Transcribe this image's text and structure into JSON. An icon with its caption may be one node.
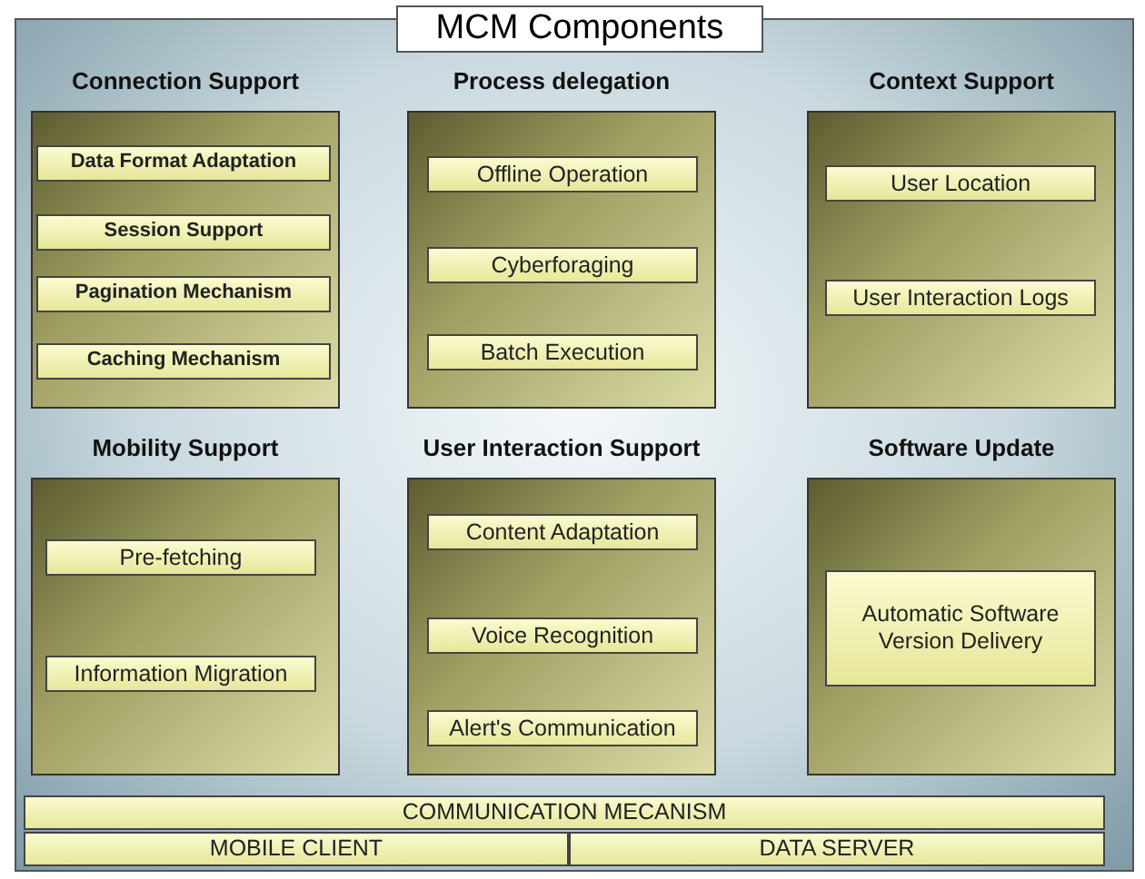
{
  "diagram": {
    "nodes": [
      {
        "text": [
          "MCM Components"
        ]
      },
      {
        "text": [
          "Connection Support"
        ],
        "in": 0
      },
      {
        "text": [
          "Data Format Adaptation"
        ],
        "in": 1
      },
      {
        "text": [
          "Session Support"
        ],
        "in": 1
      },
      {
        "text": [
          "Pagination Mechanism"
        ],
        "in": 1
      },
      {
        "text": [
          "Caching Mechanism"
        ],
        "in": 1
      },
      {
        "text": [
          "Process delegation"
        ],
        "in": 0
      },
      {
        "text": [
          "Offline Operation"
        ],
        "in": 6
      },
      {
        "text": [
          "Cyberforaging"
        ],
        "in": 6
      },
      {
        "text": [
          "Batch Execution"
        ],
        "in": 6
      },
      {
        "text": [
          "Context Support"
        ],
        "in": 0
      },
      {
        "text": [
          "User Location"
        ],
        "in": 10
      },
      {
        "text": [
          "User Interaction Logs"
        ],
        "in": 10
      },
      {
        "text": [
          "Mobility Support"
        ],
        "in": 0
      },
      {
        "text": [
          "Pre-fetching"
        ],
        "in": 13
      },
      {
        "text": [
          "Information Migration"
        ],
        "in": 13
      },
      {
        "text": [
          "User Interaction Support"
        ],
        "in": 0
      },
      {
        "text": [
          "Content Adaptation"
        ],
        "in": 16
      },
      {
        "text": [
          "Voice Recognition"
        ],
        "in": 16
      },
      {
        "text": [
          "Alert's Communication"
        ],
        "in": 16
      },
      {
        "text": [
          "Software Update"
        ],
        "in": 0
      },
      {
        "text": [
          "Automatic Software Version Delivery"
        ],
        "in": 20
      },
      {
        "text": [
          "COMMUNICATION MECANISM"
        ],
        "in": 0
      },
      {
        "text": [
          "MOBILE CLIENT"
        ],
        "in": 0
      },
      {
        "text": [
          "DATA SERVER"
        ],
        "in": 0
      }
    ]
  }
}
